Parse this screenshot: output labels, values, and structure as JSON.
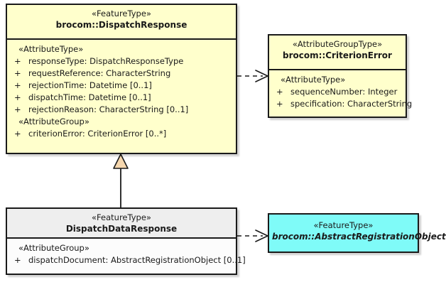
{
  "diagram": {
    "type": "uml-class-diagram",
    "background": "#ffffff",
    "colors": {
      "feature_type_fill": "#ffffcc",
      "attribute_group_type_fill": "#ffffcc",
      "abstract_feature_fill": "#7ffbf8",
      "local_type_header_fill": "#eeeeee",
      "local_type_body_fill": "#fcfcfc",
      "border": "#1a1a1a",
      "generalization_fill": "#f6d7ae"
    }
  },
  "classes": {
    "dispatch_response": {
      "stereotype": "«FeatureType»",
      "name": "brocom::DispatchResponse",
      "abstract": false,
      "compartments": [
        {
          "group_stereotype": "«AttributeType»",
          "attributes": [
            {
              "visibility": "+",
              "text": "responseType: DispatchResponseType"
            },
            {
              "visibility": "+",
              "text": "requestReference: CharacterString"
            },
            {
              "visibility": "+",
              "text": "rejectionTime: Datetime [0..1]"
            },
            {
              "visibility": "+",
              "text": "dispatchTime: Datetime [0..1]"
            },
            {
              "visibility": "+",
              "text": "rejectionReason: CharacterString [0..1]"
            }
          ]
        },
        {
          "group_stereotype": "«AttributeGroup»",
          "attributes": [
            {
              "visibility": "+",
              "text": "criterionError: CriterionError [0..*]"
            }
          ]
        }
      ]
    },
    "criterion_error": {
      "stereotype": "«AttributeGroupType»",
      "name": "brocom::CriterionError",
      "abstract": false,
      "compartments": [
        {
          "group_stereotype": "«AttributeType»",
          "attributes": [
            {
              "visibility": "+",
              "text": "sequenceNumber: Integer"
            },
            {
              "visibility": "+",
              "text": "specification: CharacterString"
            }
          ]
        }
      ]
    },
    "dispatch_data_response": {
      "stereotype": "«FeatureType»",
      "name": "DispatchDataResponse",
      "abstract": false,
      "compartments": [
        {
          "group_stereotype": "«AttributeGroup»",
          "attributes": [
            {
              "visibility": "+",
              "text": "dispatchDocument: AbstractRegistrationObject [0..1]"
            }
          ]
        }
      ]
    },
    "abstract_registration_object": {
      "stereotype": "«FeatureType»",
      "name": "brocom::AbstractRegistrationObject",
      "abstract": true,
      "compartments": []
    }
  },
  "relationships": [
    {
      "id": "dep-criterion-error",
      "kind": "dependency",
      "line": "dashed",
      "arrowhead": "open",
      "from": "dispatch_response",
      "to": "criterion_error",
      "label": ""
    },
    {
      "id": "gen-dispatch",
      "kind": "generalization",
      "line": "solid",
      "arrowhead": "hollow-triangle",
      "from": "dispatch_data_response",
      "to": "dispatch_response",
      "label": ""
    },
    {
      "id": "dep-registration-object",
      "kind": "dependency",
      "line": "dashed",
      "arrowhead": "open",
      "from": "dispatch_data_response",
      "to": "abstract_registration_object",
      "label": ""
    }
  ]
}
